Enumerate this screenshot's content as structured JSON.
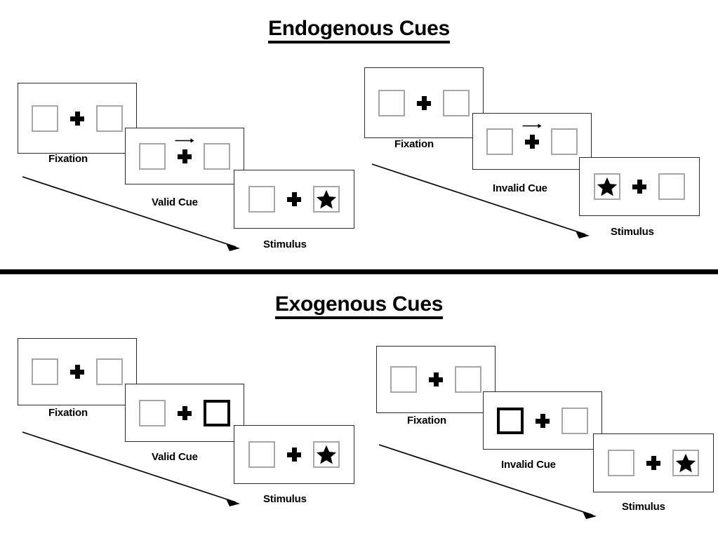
{
  "figure": {
    "title": "Attention cueing paradigm diagram",
    "colors": {
      "panel_border": "#2b2b2b",
      "box_border": "#a6a6a6",
      "cue_box_border": "#000000",
      "stimulus_fill": "#000000",
      "divider": "#000000",
      "background": "#ffffff"
    }
  },
  "sections": [
    {
      "id": "endogenous",
      "title": "Endogenous Cues",
      "sequences": [
        {
          "id": "endogenous-valid",
          "validity": "valid",
          "frames": [
            {
              "caption": "Fixation",
              "left_box": "empty",
              "right_box": "empty",
              "center": "fixation-cross",
              "cue": "none"
            },
            {
              "caption": "Valid Cue",
              "left_box": "empty",
              "right_box": "empty",
              "center": "fixation-cross",
              "cue": "arrow-right"
            },
            {
              "caption": "Stimulus",
              "left_box": "empty",
              "right_box": "star",
              "center": "fixation-cross",
              "cue": "none"
            }
          ]
        },
        {
          "id": "endogenous-invalid",
          "validity": "invalid",
          "frames": [
            {
              "caption": "Fixation",
              "left_box": "empty",
              "right_box": "empty",
              "center": "fixation-cross",
              "cue": "none"
            },
            {
              "caption": "Invalid Cue",
              "left_box": "empty",
              "right_box": "empty",
              "center": "fixation-cross",
              "cue": "arrow-right"
            },
            {
              "caption": "Stimulus",
              "left_box": "star",
              "right_box": "empty",
              "center": "fixation-cross",
              "cue": "none"
            }
          ]
        }
      ]
    },
    {
      "id": "exogenous",
      "title": "Exogenous Cues",
      "sequences": [
        {
          "id": "exogenous-valid",
          "validity": "valid",
          "frames": [
            {
              "caption": "Fixation",
              "left_box": "empty",
              "right_box": "empty",
              "center": "fixation-cross",
              "cue": "none"
            },
            {
              "caption": "Valid Cue",
              "left_box": "empty",
              "right_box": "highlighted",
              "center": "fixation-cross",
              "cue": "box-flash-right"
            },
            {
              "caption": "Stimulus",
              "left_box": "empty",
              "right_box": "star",
              "center": "fixation-cross",
              "cue": "none"
            }
          ]
        },
        {
          "id": "exogenous-invalid",
          "validity": "invalid",
          "frames": [
            {
              "caption": "Fixation",
              "left_box": "empty",
              "right_box": "empty",
              "center": "fixation-cross",
              "cue": "none"
            },
            {
              "caption": "Invalid Cue",
              "left_box": "highlighted",
              "right_box": "empty",
              "center": "fixation-cross",
              "cue": "box-flash-left"
            },
            {
              "caption": "Stimulus",
              "left_box": "empty",
              "right_box": "star",
              "center": "fixation-cross",
              "cue": "none"
            }
          ]
        }
      ]
    }
  ],
  "icons": {
    "fixation_cross": "plus-cross-icon",
    "arrow_cue": "arrow-right-icon",
    "target": "star-icon",
    "time_arrow": "time-arrow-icon"
  }
}
